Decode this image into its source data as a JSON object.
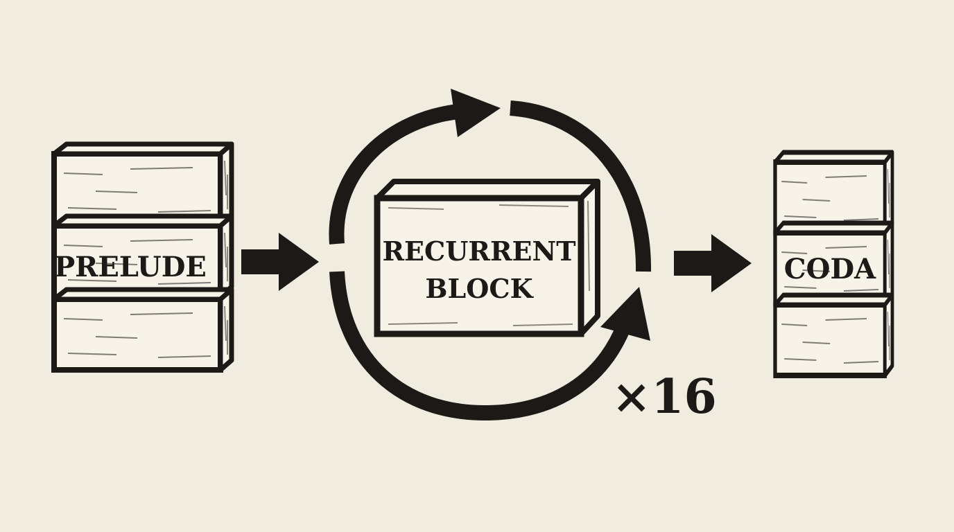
{
  "diagram": {
    "prelude": {
      "label": "PRELUDE"
    },
    "recurrent": {
      "line1": "RECURRENT",
      "line2": "BLOCK"
    },
    "repeat": {
      "label": "×16"
    },
    "coda": {
      "label": "CODA"
    }
  },
  "colors": {
    "ink": "#1c1a17",
    "paper": "#f1ece0",
    "block_face": "#f7f3e9"
  }
}
